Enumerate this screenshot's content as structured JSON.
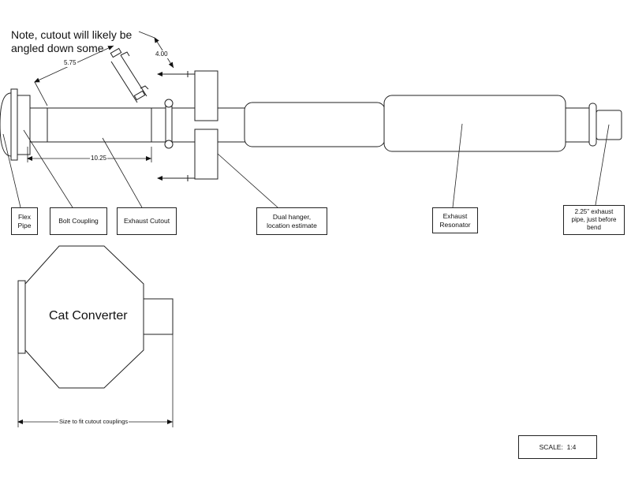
{
  "note": {
    "line1": "Note, cutout will likely be",
    "line2": "angled down some"
  },
  "dimensions": {
    "cutout_length": "10.25",
    "angled_length": "5.75",
    "angled_width": "4.00",
    "converter_size": "Size to fit cutout couplings"
  },
  "labels": {
    "flex_pipe_1": "Flex",
    "flex_pipe_2": "Pipe",
    "bolt_coupling": "Bolt Coupling",
    "exhaust_cutout": "Exhaust Cutout",
    "dual_hanger_1": "Dual hanger,",
    "dual_hanger_2": "location estimate",
    "resonator_1": "Exhaust",
    "resonator_2": "Resonator",
    "pipe_1": "2.25\" exhaust",
    "pipe_2": "pipe, just before",
    "pipe_3": "bend"
  },
  "cat_converter": "Cat Converter",
  "scale": {
    "label": "SCALE:",
    "value": "1:4"
  }
}
